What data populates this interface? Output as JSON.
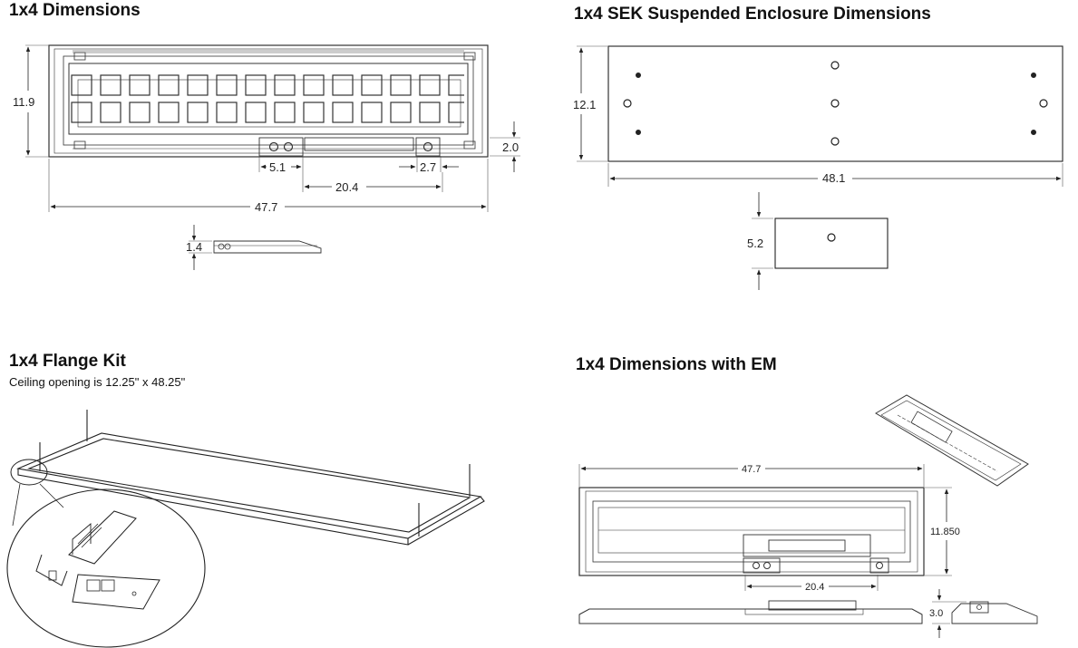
{
  "sections": {
    "dims": {
      "title": "1x4 Dimensions",
      "height": "11.9",
      "depth_small": "2.0",
      "offset_a": "5.1",
      "offset_b": "2.7",
      "spacing": "20.4",
      "length": "47.7",
      "thickness": "1.4"
    },
    "sek": {
      "title": "1x4 SEK Suspended Enclosure Dimensions",
      "height": "12.1",
      "length": "48.1",
      "end_height": "5.2"
    },
    "flange": {
      "title": "1x4 Flange Kit",
      "subtitle": "Ceiling opening is 12.25\" x 48.25\""
    },
    "em": {
      "title": "1x4 Dimensions with EM",
      "length": "47.7",
      "height": "11.850",
      "spacing": "20.4",
      "depth": "3.0"
    }
  }
}
